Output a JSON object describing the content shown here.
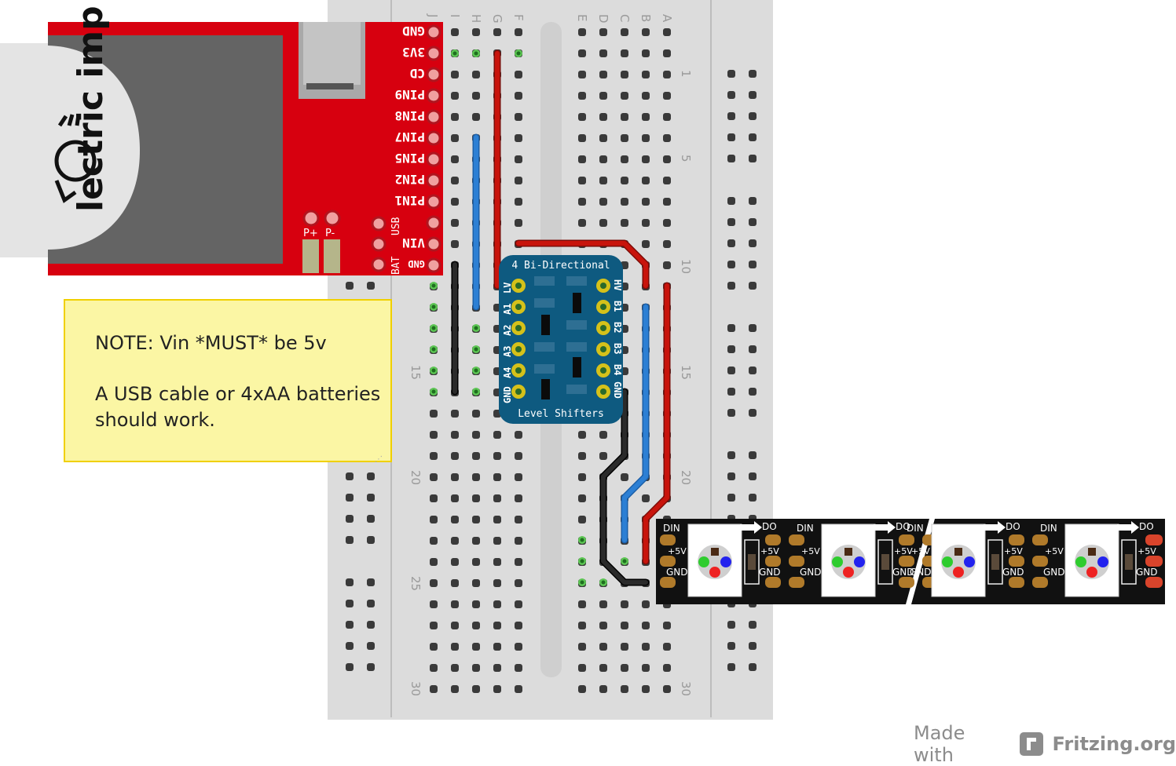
{
  "breadboard": {
    "columns_left": [
      "J",
      "I",
      "H",
      "G",
      "F"
    ],
    "columns_right": [
      "E",
      "D",
      "C",
      "B",
      "A"
    ],
    "row_numbers_left": [
      "15",
      "20",
      "25",
      "30"
    ],
    "row_numbers_right": [
      "1",
      "5",
      "10",
      "15",
      "20",
      "30"
    ]
  },
  "imp": {
    "logo_text": "lectric imp",
    "pins": [
      "GND",
      "3V3",
      "CD",
      "PIN9",
      "PIN8",
      "PIN7",
      "PIN5",
      "PIN2",
      "PIN1"
    ],
    "usb_label": "USB",
    "vin_label": "VIN",
    "gnd_label": "GND",
    "bat_label": "BAT",
    "p_plus": "P+",
    "p_minus": "P-"
  },
  "level_shifter": {
    "title_top": "4 Bi-Directional",
    "title_bottom": "Level Shifters",
    "left_pins": [
      "LV",
      "A1",
      "A2",
      "A3",
      "A4",
      "GND"
    ],
    "right_pins": [
      "HV",
      "B1",
      "B2",
      "B3",
      "B4",
      "GND"
    ]
  },
  "led_strip": {
    "din": "DIN",
    "do": "DO",
    "plus5v": "+5V",
    "gnd": "GND"
  },
  "note": {
    "line1": "NOTE: Vin *MUST* be 5v",
    "line2": "A USB cable or 4xAA batteries",
    "line3": "should work."
  },
  "credit": {
    "made_with": "Made with",
    "brand": "Fritzing.org"
  },
  "colors": {
    "imp_red": "#d7000f",
    "wire_red": "#c8140c",
    "wire_blue": "#2c7fd4",
    "wire_black": "#1a1a1a",
    "shifter_blue": "#0e5a80",
    "note_yellow": "#fbf6a4"
  }
}
